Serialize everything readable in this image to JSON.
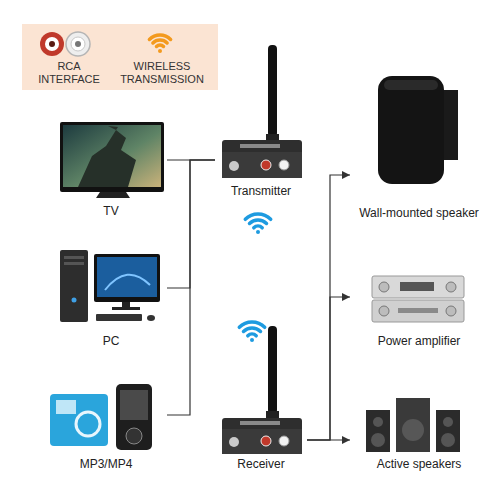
{
  "diagram": {
    "nodes": [
      {
        "text": [
          "TV"
        ]
      },
      {
        "text": [
          "PC"
        ]
      },
      {
        "text": [
          "MP3/MP4"
        ]
      },
      {
        "text": [
          "Transmitter"
        ]
      },
      {
        "text": [
          "Receiver"
        ]
      },
      {
        "text": [
          "Wall-mounted speaker"
        ]
      },
      {
        "text": [
          "Power amplifier"
        ]
      },
      {
        "text": [
          "Active speakers"
        ]
      }
    ],
    "edges": [
      {
        "from": 0,
        "to": 3,
        "arrow": "none"
      },
      {
        "from": 1,
        "to": 3,
        "arrow": "none"
      },
      {
        "from": 2,
        "to": 3,
        "arrow": "none"
      },
      {
        "from": 4,
        "to": 5,
        "arrow": "to"
      },
      {
        "from": 4,
        "to": 6,
        "arrow": "to"
      },
      {
        "from": 4,
        "to": 7,
        "arrow": "to"
      }
    ],
    "labels": [
      "RCA INTERFACE",
      "WIRELESS TRANSMISSION"
    ]
  }
}
